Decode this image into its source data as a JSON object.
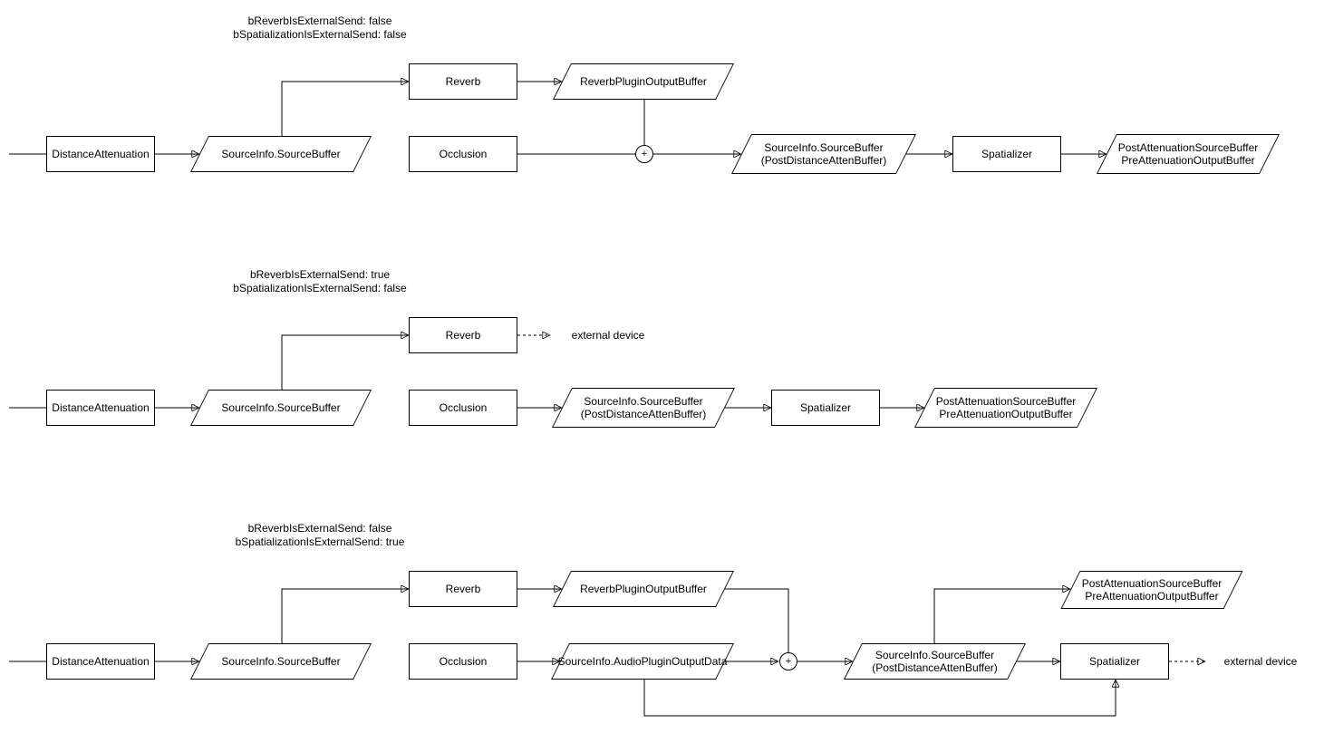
{
  "colors": {
    "stroke": "#000000",
    "fill": "#ffffff",
    "text": "#000000"
  },
  "diagrams": [
    {
      "header": {
        "line1": "bReverbIsExternalSend: false",
        "line2": "bSpatializationIsExternalSend: false"
      },
      "nodes": {
        "distance_attenuation": "DistanceAttenuation",
        "source_buffer": "SourceInfo.SourceBuffer",
        "reverb": "Reverb",
        "reverb_plugin_output_buffer": "ReverbPluginOutputBuffer",
        "occlusion": "Occlusion",
        "sum": "+",
        "post_distance_atten_buffer_line1": "SourceInfo.SourceBuffer",
        "post_distance_atten_buffer_line2": "(PostDistanceAttenBuffer)",
        "spatializer": "Spatializer",
        "post_attenuation_buffer_line1": "PostAttenuationSourceBuffer",
        "post_attenuation_buffer_line2": "PreAttenuationOutputBuffer"
      }
    },
    {
      "header": {
        "line1": "bReverbIsExternalSend: true",
        "line2": "bSpatializationIsExternalSend: false"
      },
      "nodes": {
        "distance_attenuation": "DistanceAttenuation",
        "source_buffer": "SourceInfo.SourceBuffer",
        "reverb": "Reverb",
        "external_device": "external device",
        "occlusion": "Occlusion",
        "post_distance_atten_buffer_line1": "SourceInfo.SourceBuffer",
        "post_distance_atten_buffer_line2": "(PostDistanceAttenBuffer)",
        "spatializer": "Spatializer",
        "post_attenuation_buffer_line1": "PostAttenuationSourceBuffer",
        "post_attenuation_buffer_line2": "PreAttenuationOutputBuffer"
      }
    },
    {
      "header": {
        "line1": "bReverbIsExternalSend: false",
        "line2": "bSpatializationIsExternalSend: true"
      },
      "nodes": {
        "distance_attenuation": "DistanceAttenuation",
        "source_buffer": "SourceInfo.SourceBuffer",
        "reverb": "Reverb",
        "reverb_plugin_output_buffer": "ReverbPluginOutputBuffer",
        "occlusion": "Occlusion",
        "audio_plugin_output_data": "SourceInfo.AudioPluginOutputData",
        "sum": "+",
        "post_distance_atten_buffer_line1": "SourceInfo.SourceBuffer",
        "post_distance_atten_buffer_line2": "(PostDistanceAttenBuffer)",
        "post_attenuation_buffer_line1": "PostAttenuationSourceBuffer",
        "post_attenuation_buffer_line2": "PreAttenuationOutputBuffer",
        "spatializer": "Spatializer",
        "external_device": "external device"
      }
    }
  ]
}
